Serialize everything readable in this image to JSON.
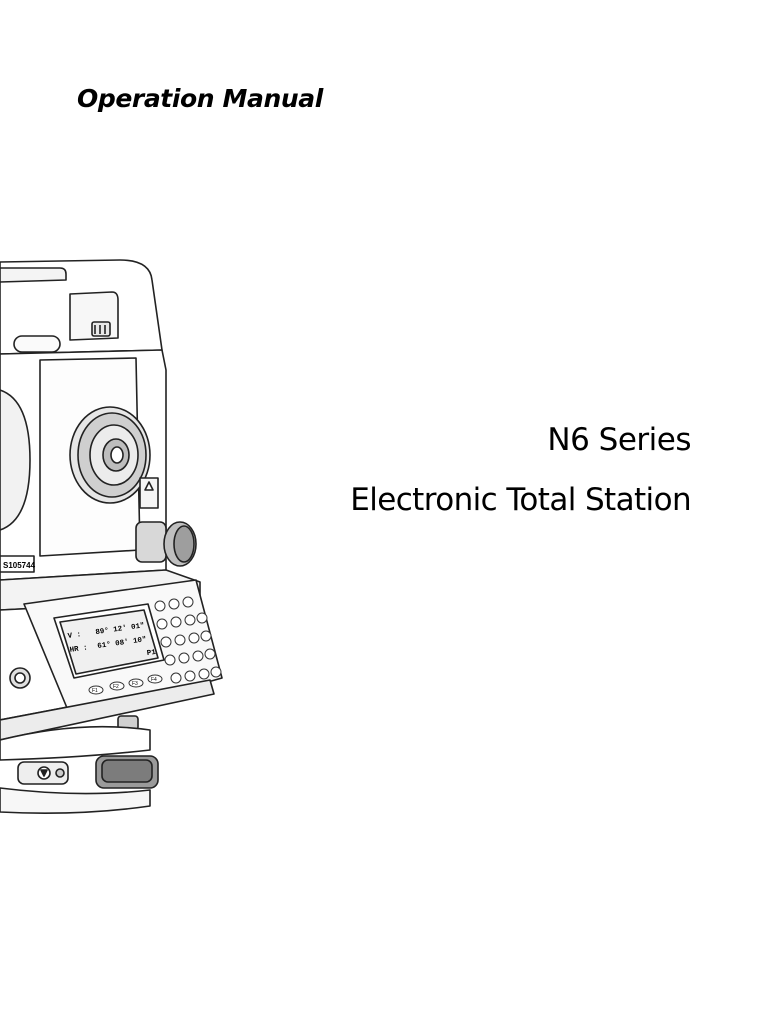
{
  "document": {
    "heading": "Operation Manual",
    "series": "N6 Series",
    "product": "Electronic Total Station"
  },
  "illustration": {
    "serial_label": "S105744",
    "display": {
      "v_label": "V :",
      "v_value": "89° 12' 01\"",
      "hr_label": "HR :",
      "hr_value": "61° 08' 10\"",
      "page_indicator": "P1"
    },
    "softkeys": [
      "F1",
      "F2",
      "F3",
      "F4"
    ]
  }
}
